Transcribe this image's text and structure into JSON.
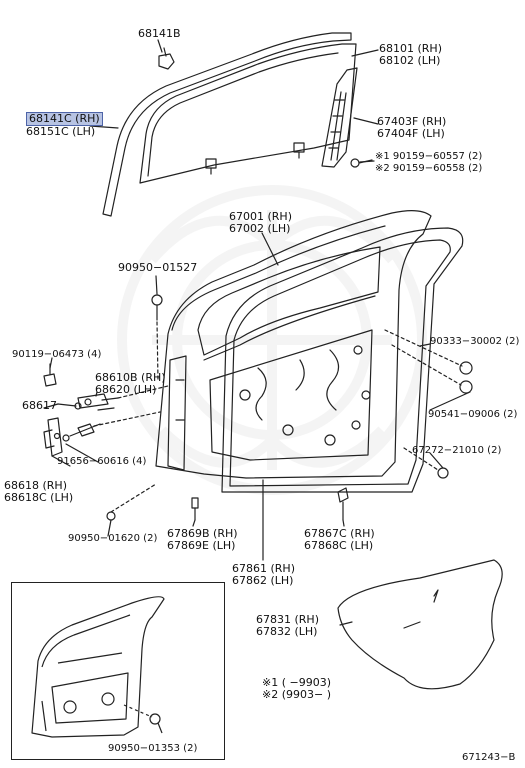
{
  "colors": {
    "line": "#222222",
    "highlight": "#b7c3e3",
    "highlight_border": "#4e64a8",
    "watermark": "#9a9a9a"
  },
  "icons": [
    "clip-icon",
    "bolt-icon",
    "grommet-icon",
    "plug-icon",
    "hinge-icon",
    "screw-icon"
  ],
  "labels": {
    "p68141b": "68141B",
    "p68101": "68101 (RH)",
    "p68102": "68102 (LH)",
    "p68141c": "68141C (RH)",
    "p68151c": "68151C (LH)",
    "p67403f": "67403F (RH)",
    "p67404f": "67404F (LH)",
    "p90159_60557": "※1 90159−60557 (2)",
    "p90159_60558": "※2 90159−60558 (2)",
    "p67001": "67001 (RH)",
    "p67002": "67002 (LH)",
    "p90950_01527": "90950−01527",
    "p90119_06473": "90119−06473 (4)",
    "p68610b": "68610B (RH)",
    "p68620": "68620   (LH)",
    "p68617": "68617",
    "p91656": "91656−60616 (4)",
    "p68618": "68618   (RH)",
    "p68618c": "68618C (LH)",
    "p90333": "90333−30002 (2)",
    "p90541": "90541−09006 (2)",
    "p67272": "67272−21010 (2)",
    "p90950_01620": "90950−01620 (2)",
    "p67869b": "67869B (RH)",
    "p67869e": "67869E (LH)",
    "p67867c": "67867C (RH)",
    "p67868c": "67868C (LH)",
    "p67861": "67861 (RH)",
    "p67862": "67862 (LH)",
    "p67831": "67831 (RH)",
    "p67832": "67832 (LH)",
    "note1": "※1 (        −9903)",
    "note2": "※2 (9903−        )",
    "p90950_01353": "90950−01353 (2)",
    "fig_code": "671243−B"
  }
}
